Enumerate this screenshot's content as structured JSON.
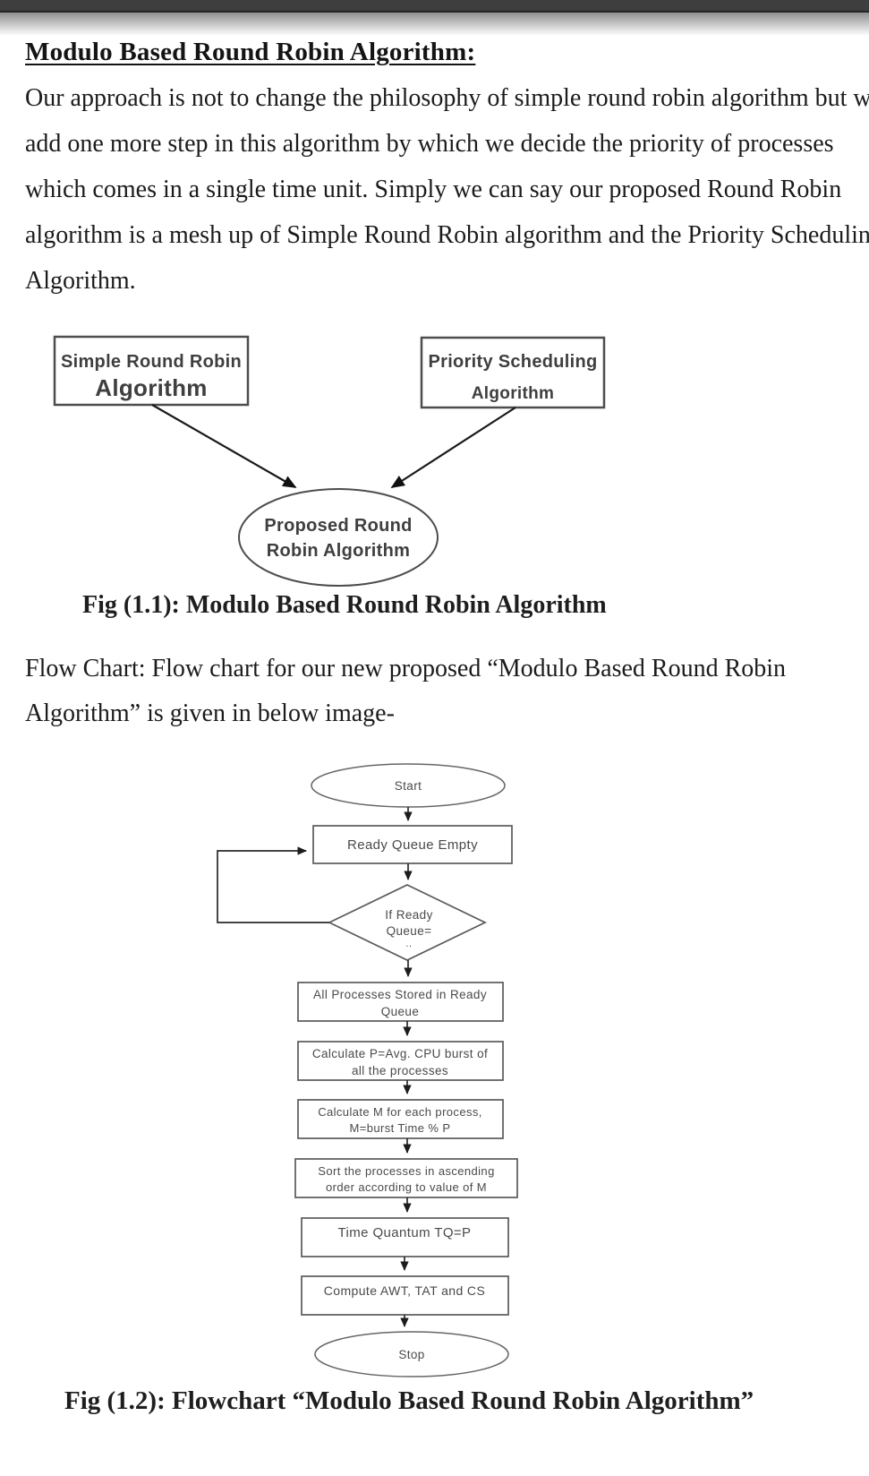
{
  "colors": {
    "top_bar": "#3e3e3e"
  },
  "doc": {
    "heading": "Modulo Based Round Robin Algorithm:",
    "para1": [
      "Our approach is not to change the philosophy of simple round robin algorithm but we",
      "add one more step in this algorithm by which we decide the priority of processes",
      "which comes in a single time unit. Simply we can say our proposed Round Robin",
      "algorithm is a mesh up of Simple Round Robin algorithm and the Priority Scheduling",
      "Algorithm."
    ],
    "fig1": {
      "left_box": {
        "line1": "Simple Round Robin",
        "line2": "Algorithm"
      },
      "right_box": {
        "line1": "Priority Scheduling",
        "line2": "Algorithm"
      },
      "ellipse": {
        "line1": "Proposed Round",
        "line2": "Robin Algorithm"
      },
      "caption": "Fig (1.1): Modulo Based Round Robin Algorithm"
    },
    "para2": [
      "Flow Chart: Flow chart for our new proposed “Modulo Based Round Robin",
      "Algorithm” is given in below image-"
    ],
    "fig2": {
      "start": "Start",
      "ready_queue": "Ready Queue Empty",
      "decision": {
        "line1": "If Ready",
        "line2": "Queue=",
        "line3": ".."
      },
      "all_processes": {
        "line1": "All Processes Stored in Ready",
        "line2": "Queue"
      },
      "calc_p": {
        "line1": "Calculate P=Avg. CPU burst of",
        "line2": "all the processes"
      },
      "calc_m": {
        "line1": "Calculate M for each process,",
        "line2": "M=burst Time % P"
      },
      "sort": {
        "line1": "Sort the processes in ascending",
        "line2": "order according to value of M"
      },
      "time_quantum": "Time Quantum TQ=P",
      "compute": "Compute AWT, TAT and CS",
      "stop": "Stop",
      "caption": "Fig (1.2): Flowchart “Modulo Based Round Robin Algorithm”"
    }
  }
}
